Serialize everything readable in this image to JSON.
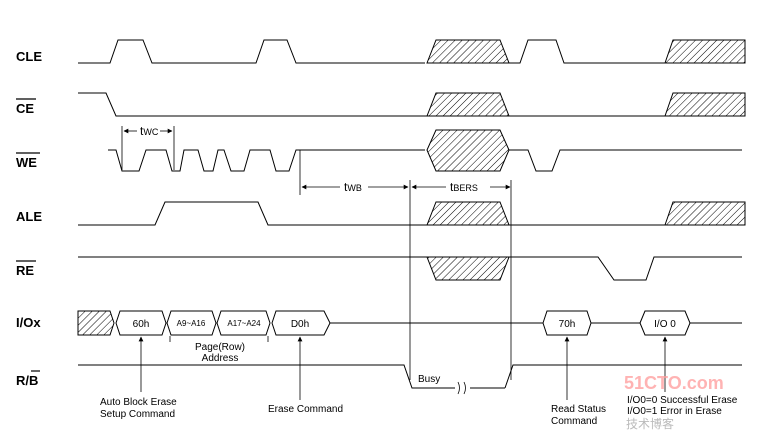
{
  "signals": {
    "cle": "CLE",
    "ce": "CE",
    "we": "WE",
    "ale": "ALE",
    "re": "RE",
    "io": "I/Ox",
    "rb_prefix": "R/",
    "rb_bar": "B"
  },
  "bus": {
    "cmd_60h": "60h",
    "addr_a9_a16": "A9~A16",
    "addr_a17_a24": "A17~A24",
    "cmd_d0h": "D0h",
    "cmd_70h": "70h",
    "io0": "I/O 0"
  },
  "labels": {
    "page_row": "Page(Row)",
    "address": "Address",
    "busy": "Busy",
    "auto_block_line1": "Auto Block Erase",
    "auto_block_line2": "Setup Command",
    "erase_command": "Erase Command",
    "read_status_line1": "Read Status",
    "read_status_line2": "Command",
    "io0_success": "I/O0=0 Successful Erase",
    "io0_error": "I/O0=1 Error in Erase"
  },
  "timing": {
    "twc_main": "t",
    "twc_sub": "WC",
    "twb_main": "t",
    "twb_sub": "WB",
    "tbers_main": "t",
    "tbers_sub": "BERS"
  },
  "watermark": {
    "main": "51CTO.com",
    "sub": "技术博客"
  }
}
